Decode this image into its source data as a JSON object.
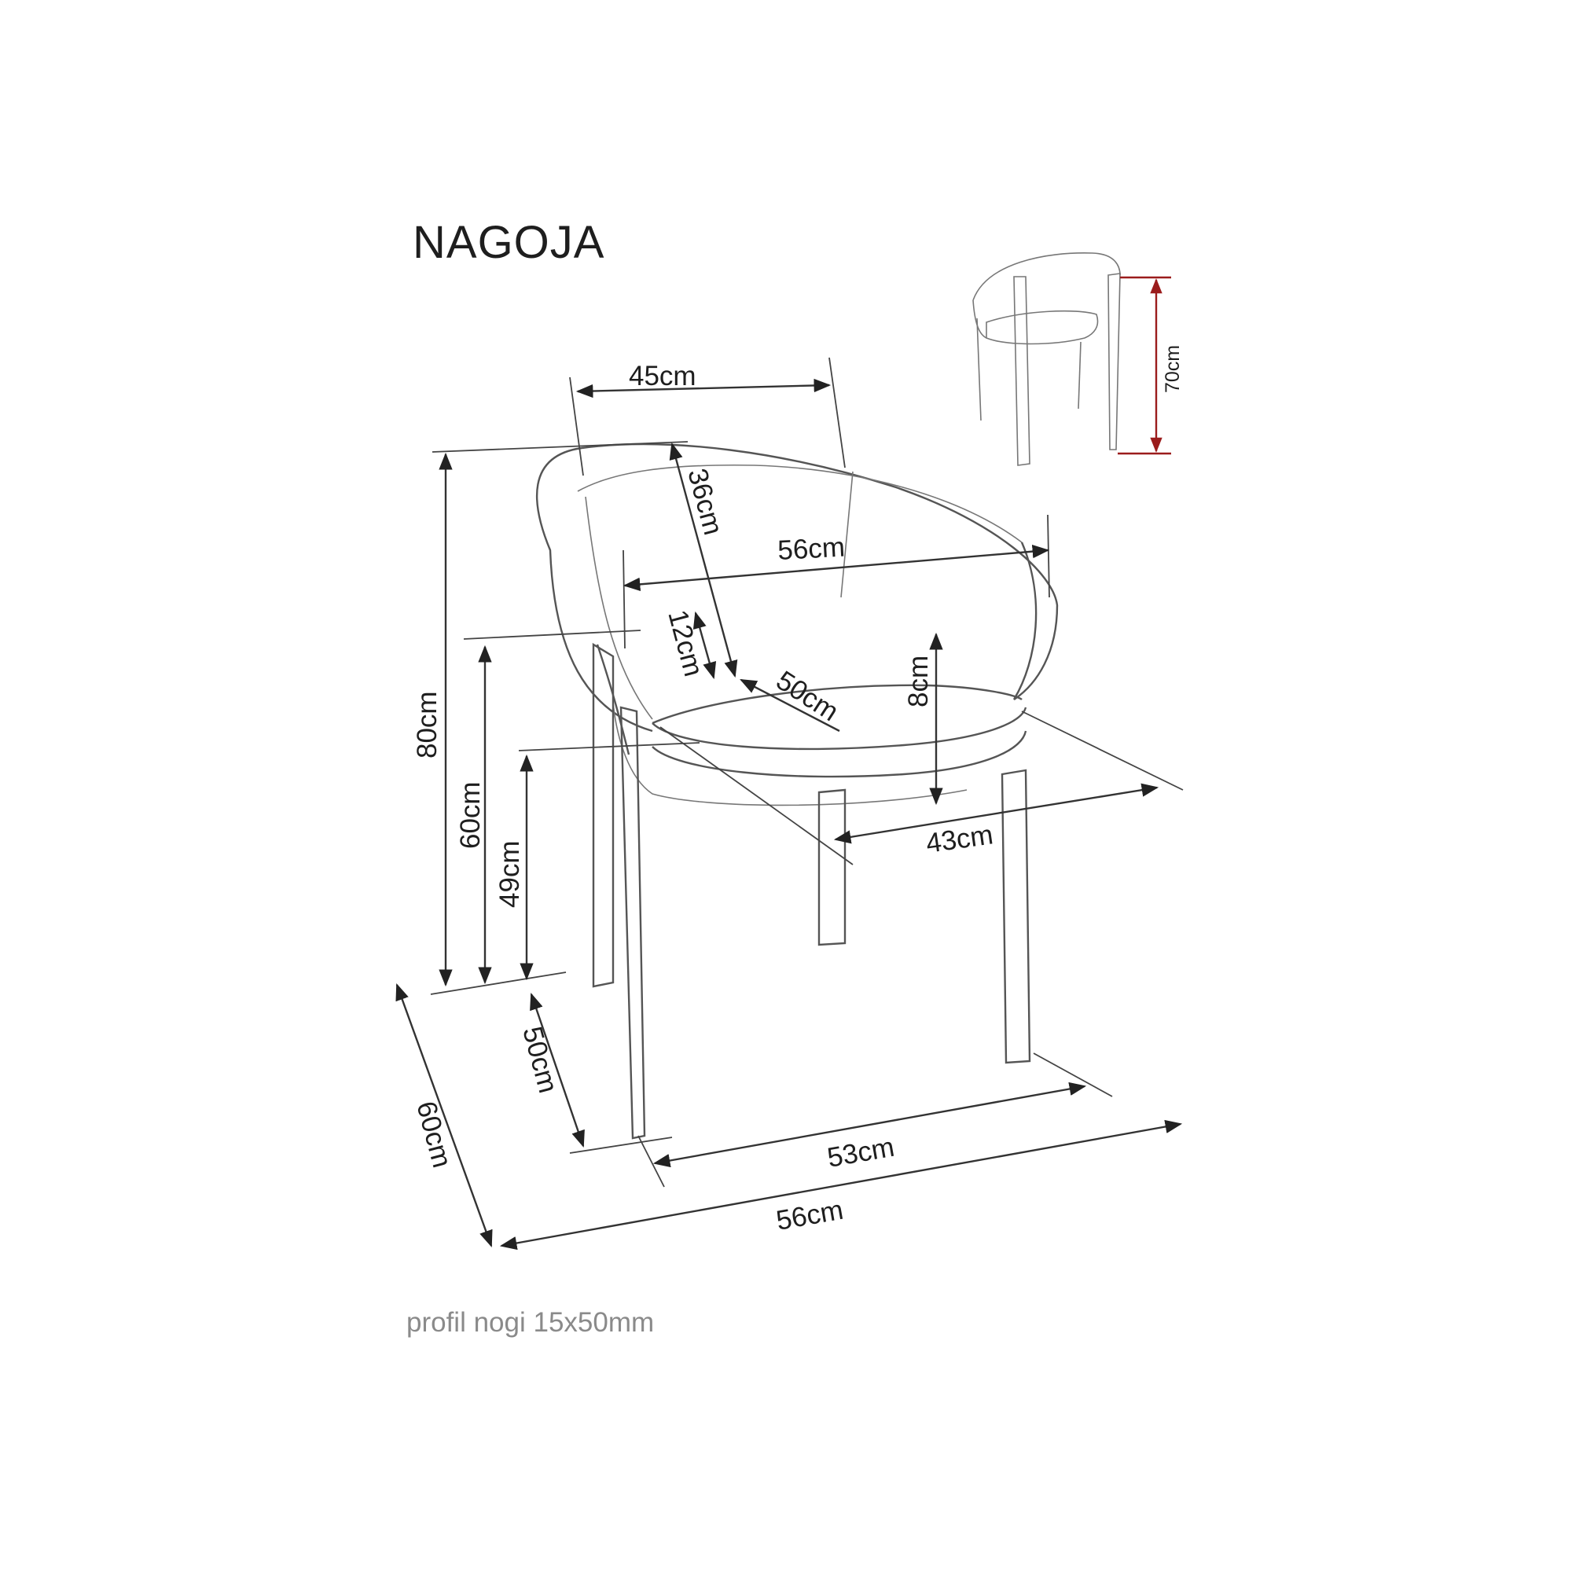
{
  "title": "NAGOJA",
  "footnote": "profil nogi 15x50mm",
  "colors": {
    "line": "#333333",
    "accent_red": "#9b1c1c",
    "footnote_gray": "#8a8a8a"
  },
  "dimensions": {
    "backrest_top_width": "45cm",
    "backrest_height": "36cm",
    "inner_arm_width": "56cm",
    "armrest_height_above_seat": "12cm",
    "seat_depth": "50cm",
    "seat_front_height_offset": "8cm",
    "seat_width": "43cm",
    "total_height": "80cm",
    "armrest_height": "60cm",
    "seat_height": "49cm",
    "leg_depth": "50cm",
    "total_depth": "60cm",
    "leg_width": "53cm",
    "total_width": "56cm",
    "inset_height": "70cm"
  }
}
